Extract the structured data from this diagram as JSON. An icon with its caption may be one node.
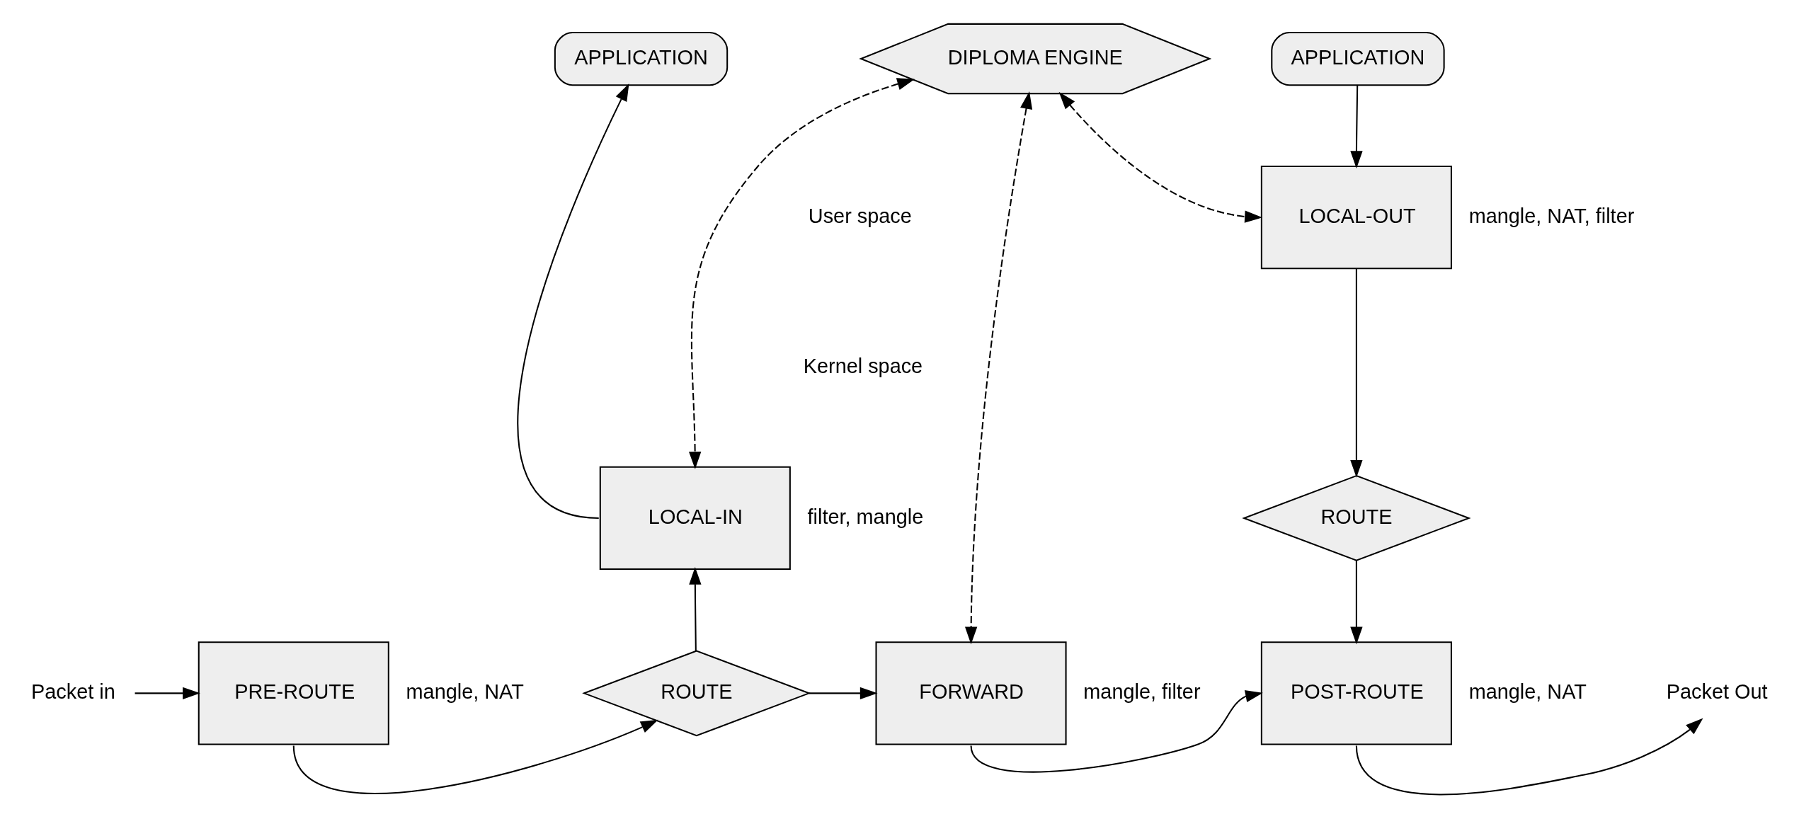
{
  "diagram": {
    "nodes": [
      {
        "text": [
          "APPLICATION"
        ]
      },
      {
        "text": [
          "DIPLOMA ENGINE"
        ]
      },
      {
        "text": [
          "APPLICATION"
        ]
      },
      {
        "text": [
          "LOCAL-IN"
        ],
        "beside": [
          "filter, mangle"
        ]
      },
      {
        "text": [
          "LOCAL-OUT"
        ],
        "beside": [
          "mangle, NAT, filter"
        ]
      },
      {
        "text": [
          "ROUTE"
        ]
      },
      {
        "text": [
          "Packet in"
        ]
      },
      {
        "text": [
          "PRE-ROUTE"
        ],
        "beside": [
          "mangle, NAT"
        ]
      },
      {
        "text": [
          "ROUTE"
        ]
      },
      {
        "text": [
          "FORWARD"
        ],
        "beside": [
          "mangle, filter"
        ]
      },
      {
        "text": [
          "POST-ROUTE"
        ],
        "beside": [
          "mangle, NAT"
        ]
      },
      {
        "text": [
          "Packet Out"
        ]
      }
    ],
    "edges": [
      {
        "from": 6,
        "to": 7,
        "arrow": "to"
      },
      {
        "from": 7,
        "to": 8,
        "arrow": "to"
      },
      {
        "from": 8,
        "to": 9,
        "arrow": "to"
      },
      {
        "from": 8,
        "to": 3,
        "arrow": "to"
      },
      {
        "from": 3,
        "to": 0,
        "arrow": "to"
      },
      {
        "from": 1,
        "to": 3,
        "arrow": "both",
        "style": "dashed"
      },
      {
        "from": 1,
        "to": 9,
        "arrow": "both",
        "style": "dashed"
      },
      {
        "from": 1,
        "to": 4,
        "arrow": "both",
        "style": "dashed"
      },
      {
        "from": 2,
        "to": 4,
        "arrow": "to"
      },
      {
        "from": 4,
        "to": 5,
        "arrow": "to"
      },
      {
        "from": 9,
        "to": 10,
        "arrow": "to"
      },
      {
        "from": 5,
        "to": 10,
        "arrow": "to"
      },
      {
        "from": 10,
        "to": 11,
        "arrow": "to"
      }
    ],
    "labels": [
      "User space",
      "Kernel space"
    ]
  }
}
